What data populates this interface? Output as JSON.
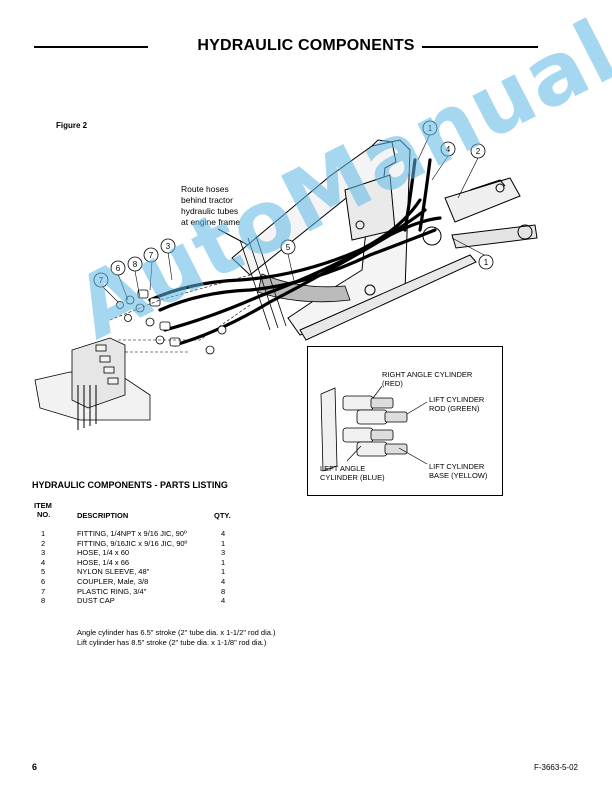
{
  "header": {
    "title": "HYDRAULIC COMPONENTS"
  },
  "figure": {
    "label": "Figure 2",
    "route_note": [
      "Route hoses",
      "behind tractor",
      "hydraulic tubes",
      "at engine frame"
    ],
    "callouts": [
      "1",
      "1",
      "2",
      "3",
      "4",
      "5",
      "6",
      "7",
      "7",
      "8"
    ],
    "inset": {
      "right_angle": [
        "RIGHT ANGLE CYLINDER",
        "(RED)"
      ],
      "lift_rod": [
        "LIFT CYLINDER",
        "ROD (GREEN)"
      ],
      "left_angle": [
        "LEFT ANGLE",
        "CYLINDER (BLUE)"
      ],
      "lift_base": [
        "LIFT CYLINDER",
        "BASE (YELLOW)"
      ]
    }
  },
  "parts": {
    "title": "HYDRAULIC COMPONENTS - PARTS LISTING",
    "col_item": [
      "ITEM",
      "NO."
    ],
    "col_desc": "DESCRIPTION",
    "col_qty": "QTY.",
    "rows": [
      {
        "no": "1",
        "desc": "FITTING, 1/4NPT x 9/16 JIC, 90º",
        "qty": "4"
      },
      {
        "no": "2",
        "desc": "FITTING, 9/16JIC x 9/16 JIC, 90º",
        "qty": "1"
      },
      {
        "no": "3",
        "desc": "HOSE, 1/4 x 60",
        "qty": "3"
      },
      {
        "no": "4",
        "desc": "HOSE, 1/4 x 66",
        "qty": "1"
      },
      {
        "no": "5",
        "desc": "NYLON SLEEVE, 48\"",
        "qty": "1"
      },
      {
        "no": "6",
        "desc": "COUPLER, Male, 3/8",
        "qty": "4"
      },
      {
        "no": "7",
        "desc": "PLASTIC RING, 3/4\"",
        "qty": "8"
      },
      {
        "no": "8",
        "desc": "DUST CAP",
        "qty": "4"
      }
    ],
    "notes": [
      "Angle cylinder has 6.5\" stroke (2\" tube dia. x 1-1/2\" rod dia.)",
      "Lift cylinder has 8.5\" stroke (2\" tube dia. x 1-1/8\" rod dia.)"
    ]
  },
  "footer": {
    "page_number": "6",
    "doc_code": "F-3663-5-02"
  },
  "watermark": "AutoManual"
}
